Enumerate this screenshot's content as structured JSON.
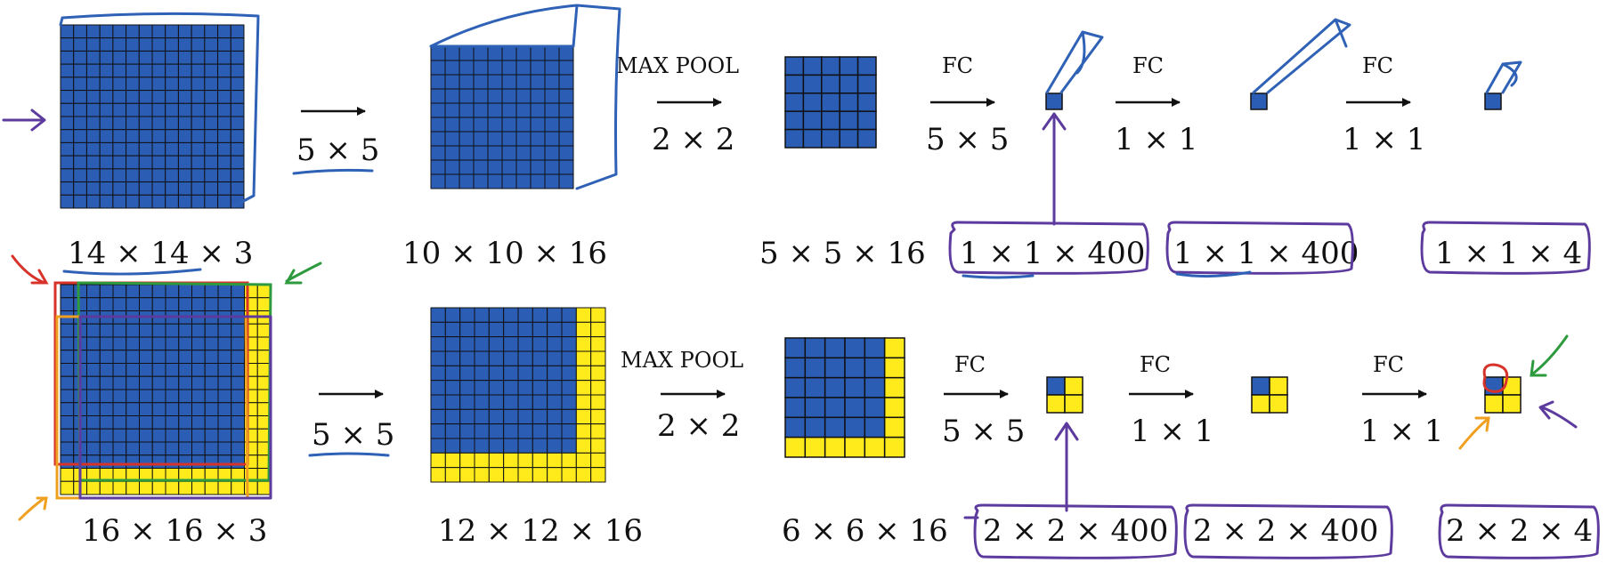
{
  "colors": {
    "cell_blue": "#2b5db4",
    "cell_yellow": "#ffeb1c",
    "grid_line": "#111111"
  },
  "top_row": {
    "input_label": "14 × 14  × 3",
    "conv_filter": "5 × 5",
    "conv_out_label": "10 × 10 × 16",
    "pool_title": "MAX POOL",
    "pool_size": "2 × 2",
    "pool_out_label": "5 × 5 × 16",
    "fc1_title": "FC",
    "fc1_size": "5 × 5",
    "fc1_out_label": "1 × 1 × 400",
    "fc2_title": "FC",
    "fc2_size": "1 × 1",
    "fc2_out_label": "1 × 1 × 400",
    "fc3_title": "FC",
    "fc3_size": "1 × 1",
    "fc3_out_label": "1 × 1 × 4"
  },
  "bottom_row": {
    "input_label": "16 × 16 × 3",
    "conv_filter": "5 × 5",
    "conv_out_label": "12 × 12 × 16",
    "pool_title": "MAX POOL",
    "pool_size": "2 × 2",
    "pool_out_label": "6 × 6 × 16",
    "fc1_title": "FC",
    "fc1_size": "5 × 5",
    "fc1_out_label": "2 × 2 × 400",
    "fc2_title": "FC",
    "fc2_size": "1 × 1",
    "fc2_out_label": "2 × 2 × 400",
    "fc3_title": "FC",
    "fc3_size": "1 × 1",
    "fc3_out_label": "2 × 2 × 4"
  },
  "grids": {
    "top_input": {
      "n": 14,
      "blue": 14
    },
    "top_conv": {
      "n": 10,
      "blue": 10
    },
    "top_pool": {
      "n": 5,
      "blue": 5
    },
    "bottom_input": {
      "n": 16,
      "blue": 14
    },
    "bottom_conv": {
      "n": 12,
      "blue": 10
    },
    "bottom_pool": {
      "n": 6,
      "blue": 5
    },
    "bottom_fc1": {
      "n": 2,
      "blue": 1
    },
    "bottom_fc2": {
      "n": 2,
      "blue": 1
    },
    "bottom_fc3": {
      "n": 2,
      "blue": 1
    }
  }
}
